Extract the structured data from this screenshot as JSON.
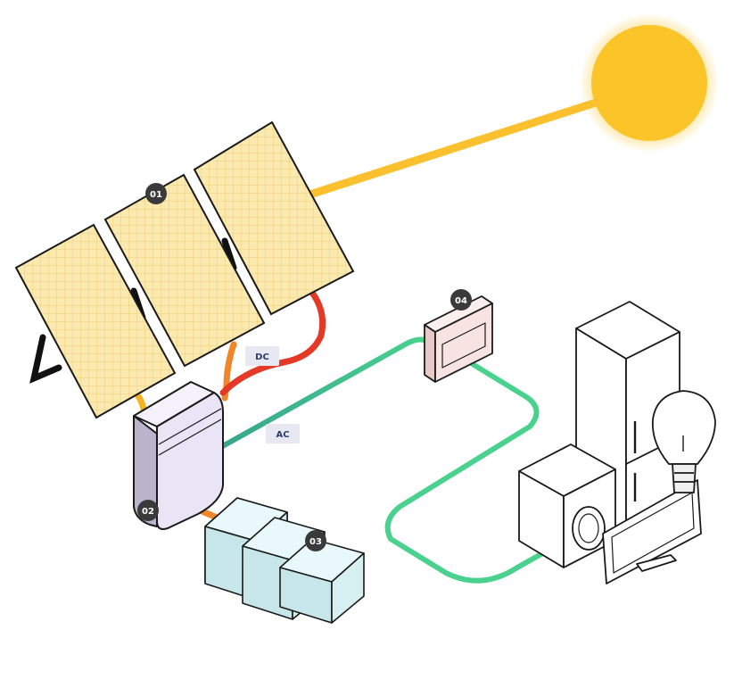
{
  "colors": {
    "sun": "#FBC52A",
    "arrow": "#FBC02D",
    "panel_fill": "#FBE9B0",
    "panel_grid": "#E9C765",
    "inverter": "#E9E4F6",
    "battery": "#D6F0F2",
    "breaker_box": "#F7E3E2",
    "cable_dc_positive": "#E53927",
    "cable_dc_negative": "#F0862A",
    "cable_panel": "#F6B21F",
    "cable_ac": "#4BD18E",
    "badge": "#3A3A3A"
  },
  "components": {
    "solar_panels": {
      "number": "01"
    },
    "inverter": {
      "number": "02"
    },
    "batteries": {
      "number": "03"
    },
    "breaker_box": {
      "number": "04"
    }
  },
  "cables": {
    "dc_label": "DC",
    "ac_label": "AC"
  },
  "appliances": [
    "refrigerator-icon",
    "washing-machine-icon",
    "television-icon",
    "light-bulb-icon"
  ]
}
